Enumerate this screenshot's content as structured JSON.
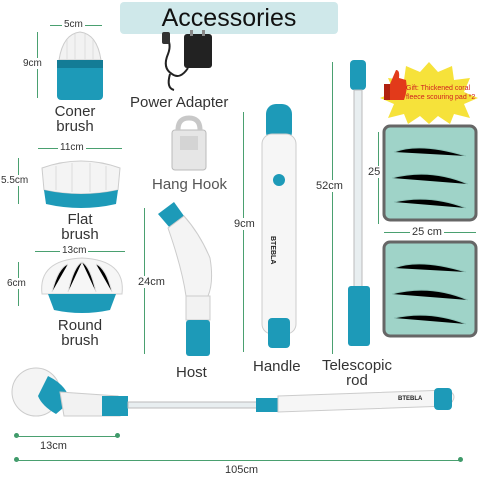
{
  "title": "Accessories",
  "items": {
    "coner_brush": {
      "label": "Coner\nbrush",
      "width": "5cm",
      "height": "9cm"
    },
    "flat_brush": {
      "label": "Flat\nbrush",
      "width": "11cm",
      "height": "5.5cm"
    },
    "round_brush": {
      "label": "Round\nbrush",
      "width": "13cm",
      "height": "6cm"
    },
    "power_adapter": {
      "label": "Power Adapter"
    },
    "hang_hook": {
      "label": "Hang Hook"
    },
    "host": {
      "label": "Host",
      "length": "24cm"
    },
    "handle": {
      "label": "Handle",
      "length": "9cm"
    },
    "telescopic_rod": {
      "label": "Telescopic\nrod",
      "length": "52cm"
    },
    "pad": {
      "tip": "Gift: Thickened coral fleece scouring pad *2",
      "width": "25 cm",
      "height": "25 cm"
    },
    "assembled": {
      "head": "13cm",
      "total": "105cm"
    }
  },
  "brand_text": "BTEBLA",
  "colors": {
    "accent": "#1d9ab8",
    "title_bg": "#cfe8ea",
    "dim_line": "#4aa070",
    "pad": "#9fd3c8"
  }
}
